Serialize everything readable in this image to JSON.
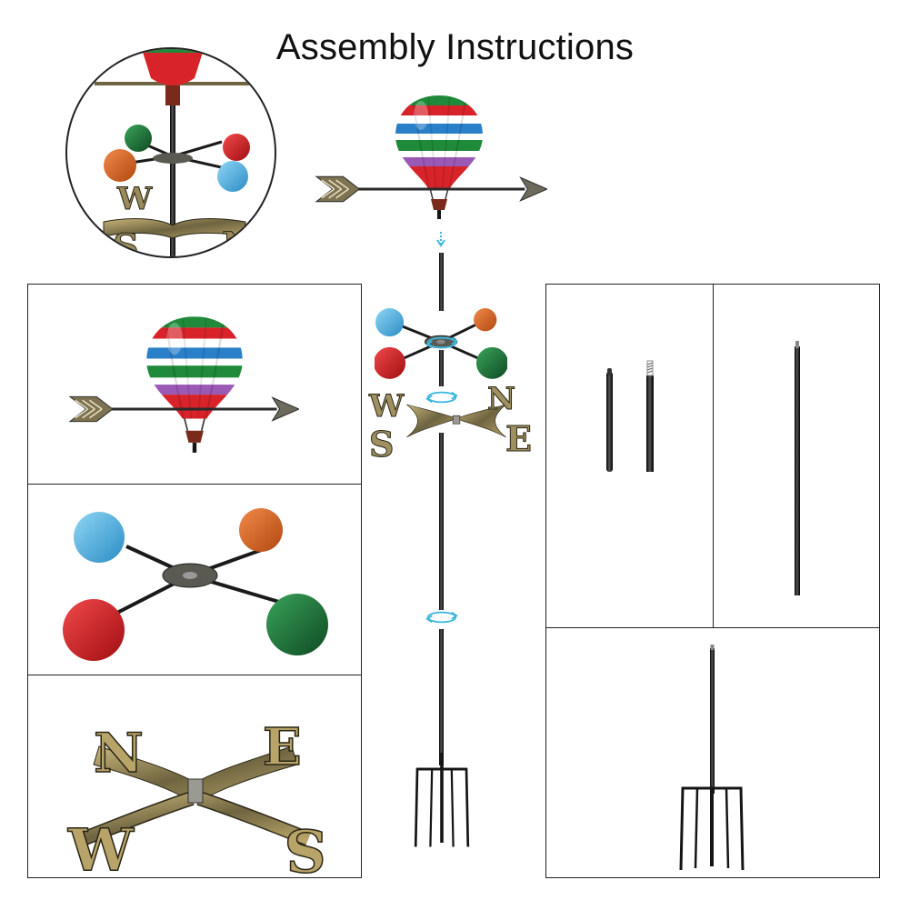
{
  "header": {
    "title": "Assembly Instructions"
  },
  "compass_letters": {
    "n": "N",
    "s": "S",
    "e": "E",
    "w": "W"
  },
  "colors": {
    "balloon_red": "#d8232a",
    "balloon_green": "#1f8a3a",
    "balloon_blue": "#2a7fc9",
    "balloon_purple": "#9b59b6",
    "cup_blue": "#3aa7d8",
    "cup_orange": "#d2601e",
    "cup_red": "#c8161d",
    "cup_green": "#1e6b36",
    "metal_bronze": "#8a7a4a",
    "pole_black": "#151515",
    "guide_cyan": "#39b7e0"
  },
  "icons": [
    "rotate-arrow-icon",
    "down-arrow-icon"
  ]
}
